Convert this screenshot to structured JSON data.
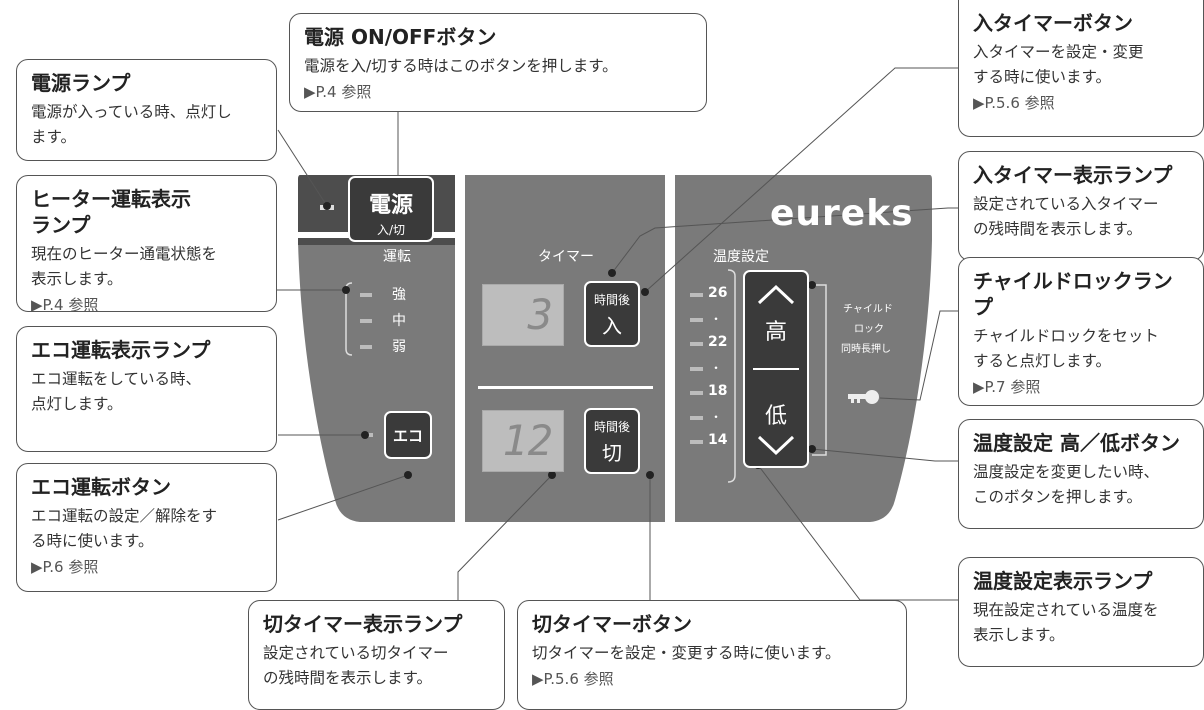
{
  "panel": {
    "brand": "eureks",
    "power_button": {
      "main": "電源",
      "sub": "入/切"
    },
    "operation_label": "運転",
    "heater_levels": [
      "強",
      "中",
      "弱"
    ],
    "eco_button": "エコ",
    "timer_label": "タイマー",
    "on_timer_display": "3",
    "off_timer_display": "12",
    "on_timer_button": {
      "top": "時間後",
      "main": "入"
    },
    "off_timer_button": {
      "top": "時間後",
      "main": "切"
    },
    "temp_label": "温度設定",
    "temp_scale": [
      "26",
      "・",
      "22",
      "・",
      "18",
      "・",
      "14"
    ],
    "temp_high": "高",
    "temp_low": "低",
    "child_lock_label": [
      "チャイルド",
      "ロック",
      "同時長押し"
    ]
  },
  "callouts": {
    "power_button": {
      "title": "電源 ON/OFFボタン",
      "desc": "電源を入/切する時はこのボタンを押します。",
      "ref": "▶P.4 参照"
    },
    "power_lamp": {
      "title": "電源ランプ",
      "desc": "電源が入っている時、点灯し\nます。"
    },
    "heater_lamp": {
      "title": "ヒーター運転表示\nランプ",
      "desc": "現在のヒーター通電状態を\n表示します。",
      "ref": "▶P.4 参照"
    },
    "eco_lamp": {
      "title": "エコ運転表示ランプ",
      "desc": "エコ運転をしている時、\n点灯します。"
    },
    "eco_button": {
      "title": "エコ運転ボタン",
      "desc": "エコ運転の設定／解除をす\nる時に使います。",
      "ref": "▶P.6 参照"
    },
    "off_timer_lamp": {
      "title": "切タイマー表示ランプ",
      "desc": "設定されている切タイマー\nの残時間を表示します。"
    },
    "off_timer_button": {
      "title": "切タイマーボタン",
      "desc": "切タイマーを設定・変更する時に使います。",
      "ref": "▶P.5.6 参照"
    },
    "on_timer_button": {
      "title": "入タイマーボタン",
      "desc": "入タイマーを設定・変更\nする時に使います。",
      "ref": "▶P.5.6 参照"
    },
    "on_timer_lamp": {
      "title": "入タイマー表示ランプ",
      "desc": "設定されている入タイマー\nの残時間を表示します。"
    },
    "child_lock": {
      "title": "チャイルドロックランプ",
      "desc": "チャイルドロックをセット\nすると点灯します。",
      "ref": "▶P.7 参照"
    },
    "temp_button": {
      "title": "温度設定 高／低ボタン",
      "desc": "温度設定を変更したい時、\nこのボタンを押します。"
    },
    "temp_lamp": {
      "title": "温度設定表示ランプ",
      "desc": "現在設定されている温度を\n表示します。"
    }
  }
}
